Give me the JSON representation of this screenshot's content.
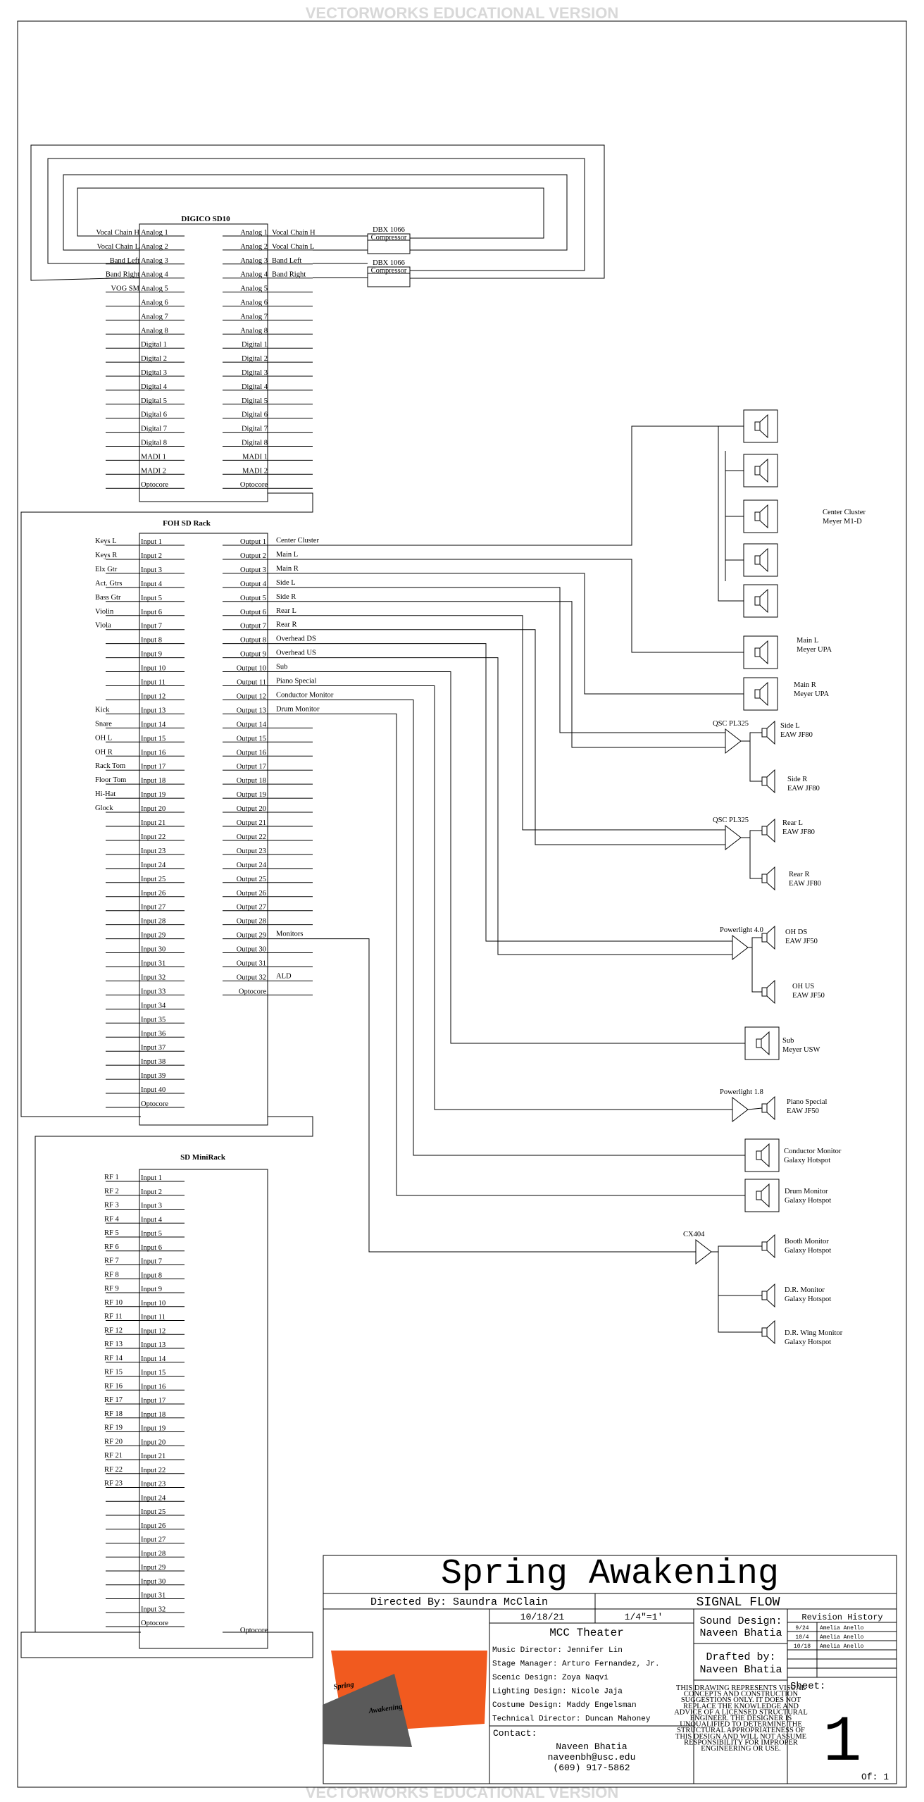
{
  "watermark": "VECTORWORKS EDUCATIONAL VERSION",
  "digico": {
    "title": "DIGICO SD10",
    "inputs": [
      "Analog 1",
      "Analog 2",
      "Analog 3",
      "Analog 4",
      "Analog 5",
      "Analog 6",
      "Analog 7",
      "Analog 8",
      "Digital 1",
      "Digital 2",
      "Digital 3",
      "Digital 4",
      "Digital 5",
      "Digital 6",
      "Digital 7",
      "Digital 8",
      "MADI 1",
      "MADI 2",
      "Optocore"
    ],
    "input_sources": [
      "Vocal Chain H",
      "Vocal Chain L",
      "Band Left",
      "Band Right",
      "VOG SM",
      "",
      "",
      "",
      "",
      "",
      "",
      "",
      "",
      "",
      "",
      "",
      "",
      "",
      ""
    ],
    "outputs": [
      "Analog 1",
      "Analog 2",
      "Analog 3",
      "Analog 4",
      "Analog 5",
      "Analog 6",
      "Analog 7",
      "Analog 8",
      "Digital 1",
      "Digital 2",
      "Digital 3",
      "Digital 4",
      "Digital 5",
      "Digital 6",
      "Digital 7",
      "Digital 8",
      "MADI 1",
      "MADI 2",
      "Optocore"
    ],
    "output_dests": [
      "Vocal Chain H",
      "Vocal Chain L",
      "Band Left",
      "Band Right",
      "",
      "",
      "",
      "",
      "",
      "",
      "",
      "",
      "",
      "",
      "",
      "",
      "",
      "",
      ""
    ]
  },
  "compressors": [
    {
      "name": "DBX 1066",
      "type": "Compressor"
    },
    {
      "name": "DBX 1066",
      "type": "Compressor"
    }
  ],
  "foh_rack": {
    "title": "FOH SD Rack",
    "inputs": [
      "Input 1",
      "Input 2",
      "Input 3",
      "Input 4",
      "Input 5",
      "Input 6",
      "Input 7",
      "Input 8",
      "Input 9",
      "Input 10",
      "Input 11",
      "Input 12",
      "Input 13",
      "Input 14",
      "Input 15",
      "Input 16",
      "Input 17",
      "Input 18",
      "Input 19",
      "Input 20",
      "Input 21",
      "Input 22",
      "Input 23",
      "Input 24",
      "Input 25",
      "Input 26",
      "Input 27",
      "Input 28",
      "Input 29",
      "Input 30",
      "Input 31",
      "Input 32",
      "Input 33",
      "Input 34",
      "Input 35",
      "Input 36",
      "Input 37",
      "Input 38",
      "Input 39",
      "Input 40",
      "Optocore"
    ],
    "input_sources": [
      "Keys L",
      "Keys R",
      "Elx Gtr",
      "Act. Gtrs",
      "Bass Gtr",
      "Violin",
      "Viola",
      "",
      "",
      "",
      "",
      "",
      "Kick",
      "Snare",
      "OH L",
      "OH R",
      "Rack Tom",
      "Floor Tom",
      "Hi-Hat",
      "Glock",
      "",
      "",
      "",
      "",
      "",
      "",
      "",
      "",
      "",
      "",
      "",
      "",
      "",
      "",
      "",
      "",
      "",
      "",
      "",
      "",
      ""
    ],
    "outputs": [
      "Output 1",
      "Output 2",
      "Output 3",
      "Output 4",
      "Output 5",
      "Output 6",
      "Output 7",
      "Output 8",
      "Output 9",
      "Output 10",
      "Output 11",
      "Output 12",
      "Output 13",
      "Output 14",
      "Output 15",
      "Output 16",
      "Output 17",
      "Output 18",
      "Output 19",
      "Output 20",
      "Output 21",
      "Output 22",
      "Output 23",
      "Output 24",
      "Output 25",
      "Output 26",
      "Output 27",
      "Output 28",
      "Output 29",
      "Output 30",
      "Output 31",
      "Output 32",
      "Optocore"
    ],
    "output_dests": [
      "Center Cluster",
      "Main L",
      "Main R",
      "Side L",
      "Side R",
      "Rear L",
      "Rear R",
      "Overhead DS",
      "Overhead US",
      "Sub",
      "Piano Special",
      "Conductor Monitor",
      "Drum Monitor",
      "",
      "",
      "",
      "",
      "",
      "",
      "",
      "",
      "",
      "",
      "",
      "",
      "",
      "",
      "",
      "Monitors",
      "",
      "",
      "ALD",
      ""
    ]
  },
  "mini_rack": {
    "title": "SD MiniRack",
    "inputs": [
      "Input 1",
      "Input 2",
      "Input 3",
      "Input 4",
      "Input 5",
      "Input 6",
      "Input 7",
      "Input 8",
      "Input 9",
      "Input 10",
      "Input 11",
      "Input 12",
      "Input 13",
      "Input 14",
      "Input 15",
      "Input 16",
      "Input 17",
      "Input 18",
      "Input 19",
      "Input 20",
      "Input 21",
      "Input 22",
      "Input 23",
      "Input 24",
      "Input 25",
      "Input 26",
      "Input 27",
      "Input 28",
      "Input 29",
      "Input 30",
      "Input 31",
      "Input 32",
      "Optocore"
    ],
    "input_sources": [
      "RF 1",
      "RF 2",
      "RF 3",
      "RF 4",
      "RF 5",
      "RF 6",
      "RF 7",
      "RF 8",
      "RF 9",
      "RF 10",
      "RF 11",
      "RF 12",
      "RF 13",
      "RF 14",
      "RF 15",
      "RF 16",
      "RF 17",
      "RF 18",
      "RF 19",
      "RF 20",
      "RF 21",
      "RF 22",
      "RF 23",
      "",
      "",
      "",
      "",
      "",
      "",
      "",
      "",
      "",
      ""
    ],
    "output_label": "Optocore"
  },
  "amps": [
    "QSC PL325",
    "QSC PL325",
    "Powerlight 4.0",
    "Powerlight 1.8",
    "CX404"
  ],
  "speakers": {
    "center": [
      "Center Cluster",
      "Meyer M1-D"
    ],
    "main_l": [
      "Main L",
      "Meyer UPA"
    ],
    "main_r": [
      "Main R",
      "Meyer UPA"
    ],
    "side_l": [
      "Side L",
      "EAW JF80"
    ],
    "side_r": [
      "Side R",
      "EAW JF80"
    ],
    "rear_l": [
      "Rear L",
      "EAW JF80"
    ],
    "rear_r": [
      "Rear R",
      "EAW JF80"
    ],
    "oh_ds": [
      "OH DS",
      "EAW JF50"
    ],
    "oh_us": [
      "OH US",
      "EAW JF50"
    ],
    "sub": [
      "Sub",
      "Meyer USW"
    ],
    "piano": [
      "Piano Special",
      "EAW JF50"
    ],
    "conductor": [
      "Conductor Monitor",
      "Galaxy Hotspot"
    ],
    "drum": [
      "Drum Monitor",
      "Galaxy Hotspot"
    ],
    "booth": [
      "Booth Monitor",
      "Galaxy Hotspot"
    ],
    "dr": [
      "D.R. Monitor",
      "Galaxy Hotspot"
    ],
    "drwing": [
      "D.R. Wing Monitor",
      "Galaxy Hotspot"
    ]
  },
  "title_block": {
    "show_title": "Spring Awakening",
    "directed_by": "Directed By: Saundra McClain",
    "sheet_title": "SIGNAL FLOW",
    "date": "10/18/21",
    "scale": "1/4\"=1'",
    "theater": "MCC Theater",
    "credits": [
      "Music Director: Jennifer Lin",
      "Stage Manager: Arturo Fernandez, Jr.",
      "Scenic Design: Zoya Naqvi",
      "Lighting Design: Nicole Jaja",
      "Costume Design: Maddy Engelsman",
      "Technical Director: Duncan Mahoney"
    ],
    "contact_label": "Contact:",
    "contact_lines": [
      "Naveen Bhatia",
      "naveenbh@usc.edu",
      "(609) 917-5862"
    ],
    "sound_design_label": "Sound Design:",
    "sound_designer": "Naveen Bhatia",
    "drafted_label": "Drafted by:",
    "drafter": "Naveen Bhatia",
    "disclaimer": [
      "THIS DRAWING REPRESENTS VISUAL",
      "CONCEPTS AND CONSTRUCTION",
      "SUGGESTIONS ONLY. IT DOES NOT",
      "REPLACE THE KNOWLEDGE AND",
      "ADVICE OF A LICENSED STRUCTURAL",
      "ENGINEER. THE DESIGNER IS",
      "UNQUALIFIED TO DETERMINE THE",
      "STRUCTURAL APPROPRIATENESS OF",
      "THIS DESIGN AND WILL NOT ASSUME",
      "RESPONSIBILITY FOR IMPROPER",
      "ENGINEERING OR USE."
    ],
    "revision_title": "Revision History",
    "revisions": [
      [
        "9/24",
        "Amelia Anello"
      ],
      [
        "10/4",
        "Amelia Anello"
      ],
      [
        "10/18",
        "Amelia Anello"
      ]
    ],
    "sheet_label": "Sheet:",
    "sheet_number": "1",
    "of_label": "Of: 1",
    "logo_line1": "Spring",
    "logo_line2": "Awakening"
  }
}
